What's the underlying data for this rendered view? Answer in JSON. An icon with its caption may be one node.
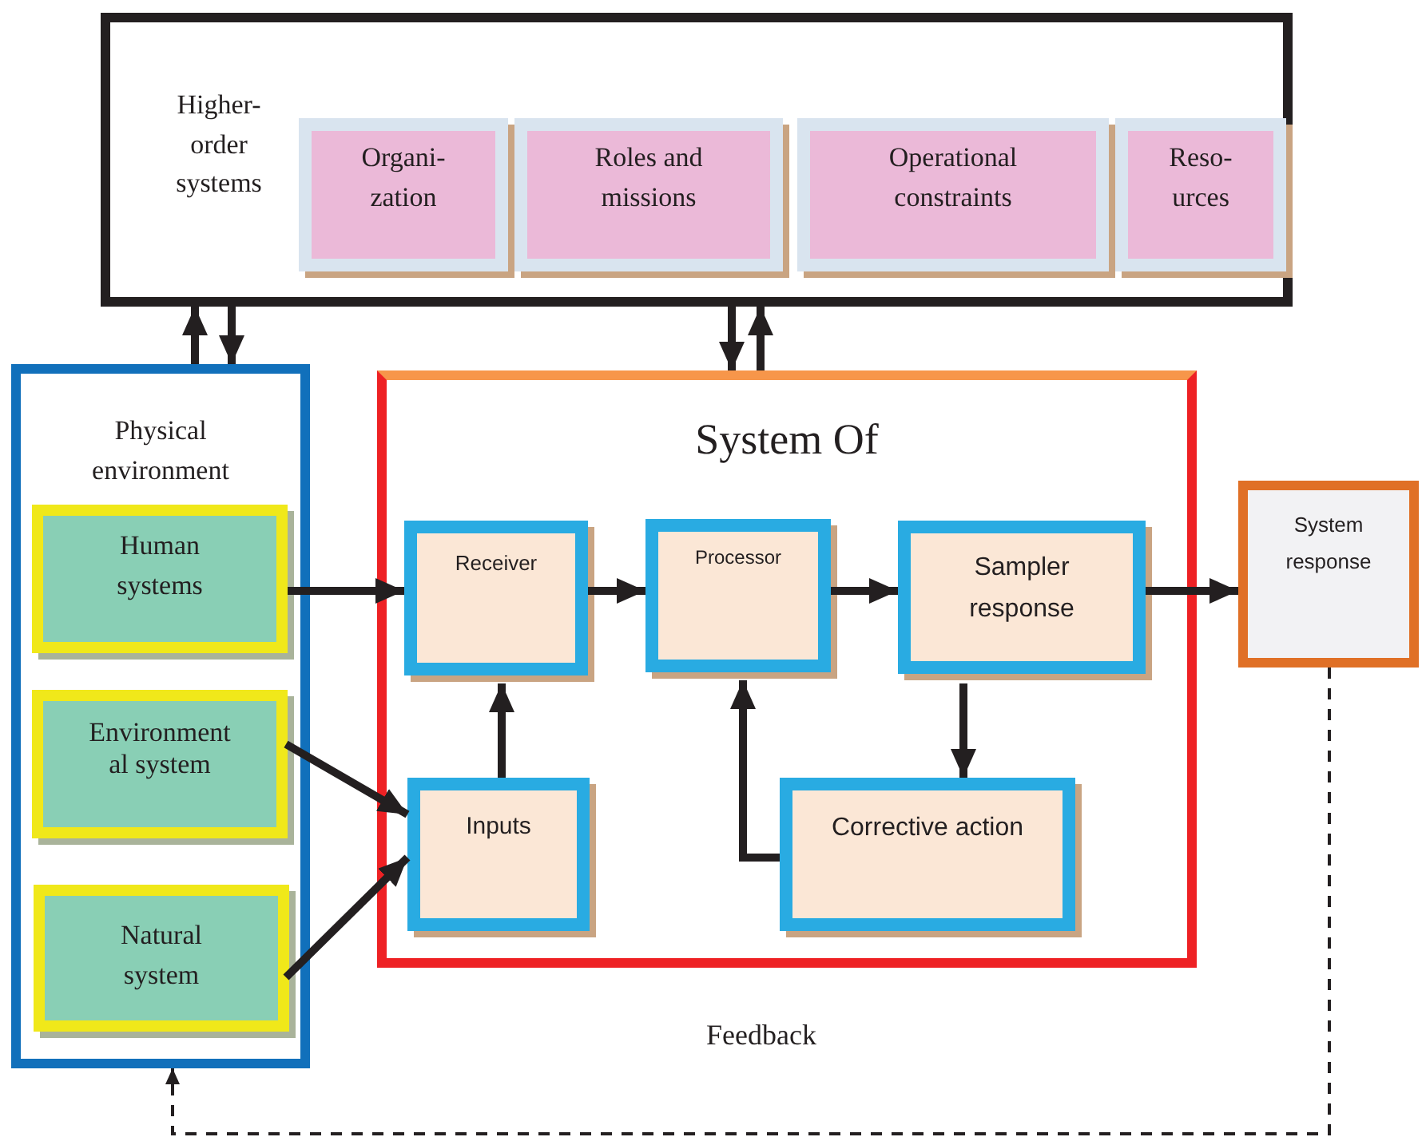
{
  "diagram": {
    "nodes": [
      {
        "text": [
          "Higher- order systems"
        ]
      },
      {
        "text": [
          "Organi- zation"
        ],
        "in": 0
      },
      {
        "text": [
          "Roles and missions"
        ],
        "in": 0
      },
      {
        "text": [
          "Operational constraints"
        ],
        "in": 0
      },
      {
        "text": [
          "Reso- urces"
        ],
        "in": 0
      },
      {
        "text": [
          "Physical environment"
        ]
      },
      {
        "text": [
          "Human systems"
        ],
        "in": 5
      },
      {
        "text": [
          "Environment al system"
        ],
        "in": 5
      },
      {
        "text": [
          "Natural system"
        ],
        "in": 5
      },
      {
        "text": [
          "System Of"
        ]
      },
      {
        "text": [
          "Receiver"
        ],
        "in": 9
      },
      {
        "text": [
          "Processor"
        ],
        "in": 9
      },
      {
        "text": [
          "Sampler response"
        ],
        "in": 9
      },
      {
        "text": [
          "Inputs"
        ],
        "in": 9
      },
      {
        "text": [
          "Corrective action"
        ],
        "in": 9
      },
      {
        "text": [
          "System response"
        ]
      }
    ],
    "edges": [
      {
        "from": 5,
        "to": 0,
        "arrow": "to"
      },
      {
        "from": 0,
        "to": 5,
        "arrow": "to"
      },
      {
        "from": 0,
        "to": 9,
        "arrow": "to"
      },
      {
        "from": 9,
        "to": 0,
        "arrow": "to"
      },
      {
        "from": 6,
        "to": 10,
        "arrow": "to"
      },
      {
        "from": 7,
        "to": 13,
        "arrow": "to"
      },
      {
        "from": 8,
        "to": 13,
        "arrow": "to"
      },
      {
        "from": 13,
        "to": 10,
        "arrow": "to"
      },
      {
        "from": 10,
        "to": 11,
        "arrow": "to"
      },
      {
        "from": 11,
        "to": 12,
        "arrow": "to"
      },
      {
        "from": 12,
        "to": 14,
        "arrow": "to"
      },
      {
        "from": 14,
        "to": 11,
        "arrow": "to"
      },
      {
        "from": 12,
        "to": 15,
        "arrow": "to"
      },
      {
        "from": 15,
        "to": 5,
        "arrow": "to",
        "style": "dashed"
      }
    ],
    "labels": [
      "Feedback"
    ]
  }
}
